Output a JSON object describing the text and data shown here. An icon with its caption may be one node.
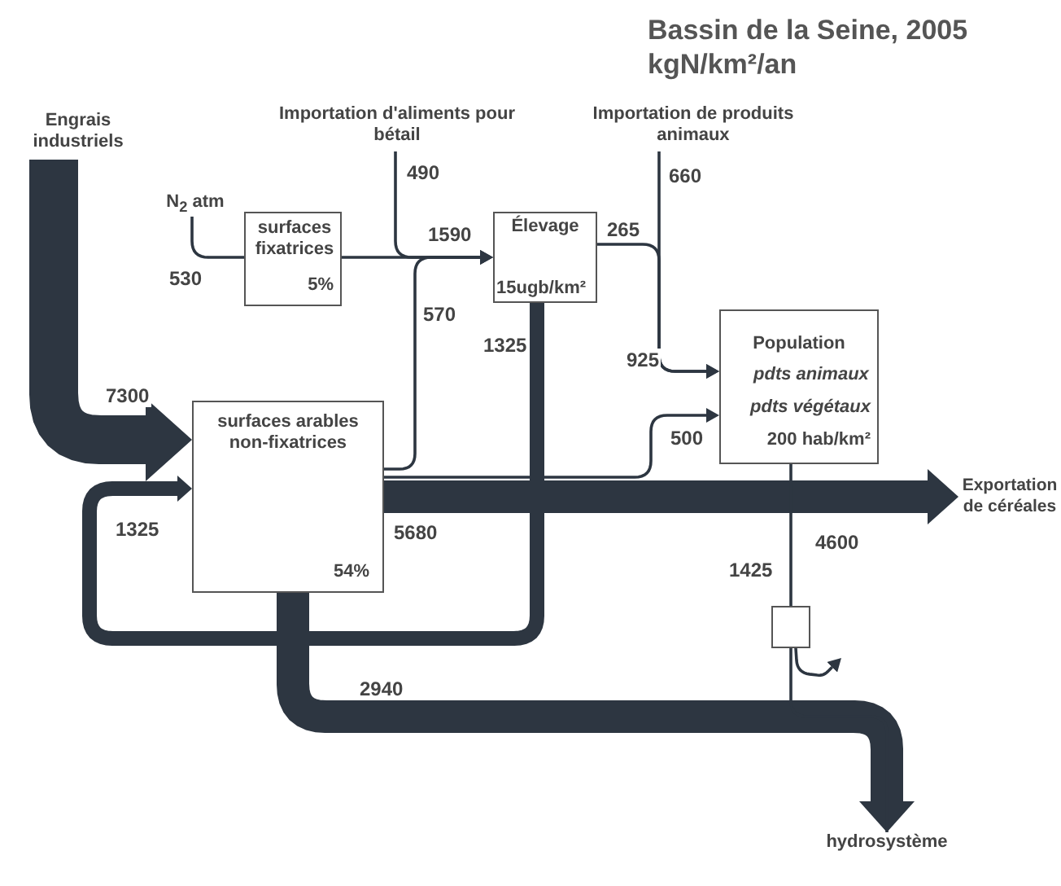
{
  "diagram": {
    "title": "Bassin de la Seine, 2005 kgN/km²/an",
    "nodes": [
      {
        "text": [
          "Engrais industriels"
        ]
      },
      {
        "text": [
          "N$_{2}$ atm"
        ]
      },
      {
        "text": [
          "Importation d'aliments pour bétail"
        ]
      },
      {
        "text": [
          "Importation de produits animaux"
        ]
      },
      {
        "text": [
          "surfaces fixatrices",
          "5%"
        ]
      },
      {
        "text": [
          "Élevage",
          "15ugb/km²"
        ]
      },
      {
        "text": [
          "Population",
          "pdts animaux",
          "pdts végétaux",
          "200 hab/km²"
        ]
      },
      {
        "text": [
          "surfaces arables non-fixatrices",
          "54%"
        ]
      },
      {
        "text": [],
        "shape": "box"
      },
      {
        "text": [
          "Exportation de céréales"
        ]
      },
      {
        "text": [
          "hydrosystème"
        ]
      }
    ],
    "edges": [
      {
        "from": 0,
        "to": 7,
        "arrow": "to",
        "label": "7300",
        "style": "thick"
      },
      {
        "from": 1,
        "to": 4,
        "arrow": "none",
        "label": "530"
      },
      {
        "from": 2,
        "to": 5,
        "arrow": "to",
        "label": "490"
      },
      {
        "from": 4,
        "to": 5,
        "arrow": "to",
        "label": "1590"
      },
      {
        "from": 7,
        "to": 5,
        "arrow": "to",
        "label": "570"
      },
      {
        "from": 5,
        "to": 6,
        "arrow": "to",
        "label": "265"
      },
      {
        "from": 3,
        "to": 6,
        "arrow": "to",
        "label": "660"
      },
      {
        "from": 7,
        "to": 6,
        "arrow": "to",
        "label": "500"
      },
      {
        "from": 7,
        "to": 9,
        "arrow": "to",
        "label": "5680",
        "style": "thick"
      },
      {
        "from": 5,
        "to": 7,
        "arrow": "to",
        "label": "1325",
        "style": "thick"
      },
      {
        "from": 7,
        "to": 10,
        "arrow": "to",
        "label": "2940",
        "style": "thick"
      },
      {
        "from": 6,
        "to": 8,
        "arrow": "none",
        "label": "1425"
      },
      {
        "from": 8,
        "to": 10,
        "arrow": "none"
      },
      {
        "from": 8,
        "to": null,
        "arrow": "to"
      }
    ],
    "labels": [
      "925",
      "1325",
      "4600"
    ]
  }
}
